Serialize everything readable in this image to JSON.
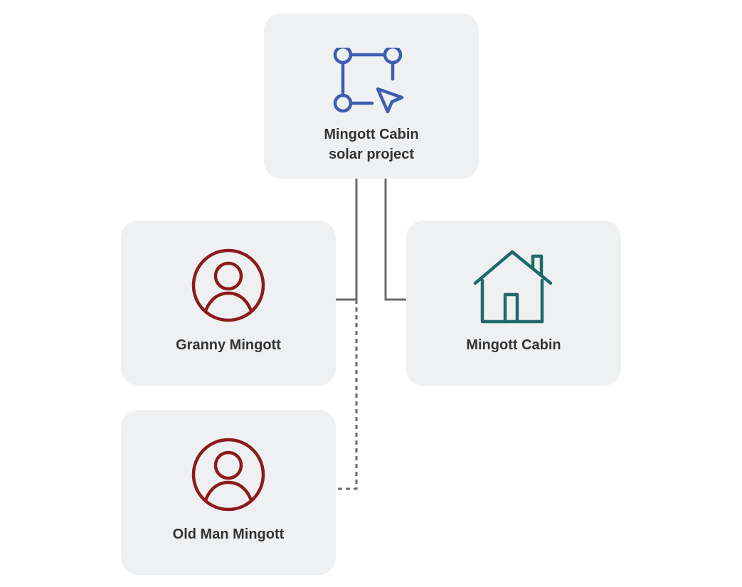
{
  "diagram": {
    "nodes": {
      "project": {
        "label_line1": "Mingott Cabin",
        "label_line2": "solar project",
        "icon": "project-selection-icon"
      },
      "granny": {
        "label": "Granny Mingott",
        "icon": "person-circle-icon"
      },
      "cabin": {
        "label": "Mingott Cabin",
        "icon": "house-icon"
      },
      "oldman": {
        "label": "Old Man Mingott",
        "icon": "person-circle-icon"
      }
    },
    "edges": [
      {
        "from": "project",
        "to": "granny",
        "style": "solid"
      },
      {
        "from": "project",
        "to": "cabin",
        "style": "solid"
      },
      {
        "from": "project",
        "to": "oldman",
        "style": "dashed"
      }
    ]
  },
  "colors": {
    "card_bg": "#eff0f2",
    "project_icon": "#3d5db0",
    "person_icon": "#8c1b1b",
    "house_icon": "#1e6a68",
    "connector": "#6b6b6b",
    "label": "#333333"
  }
}
